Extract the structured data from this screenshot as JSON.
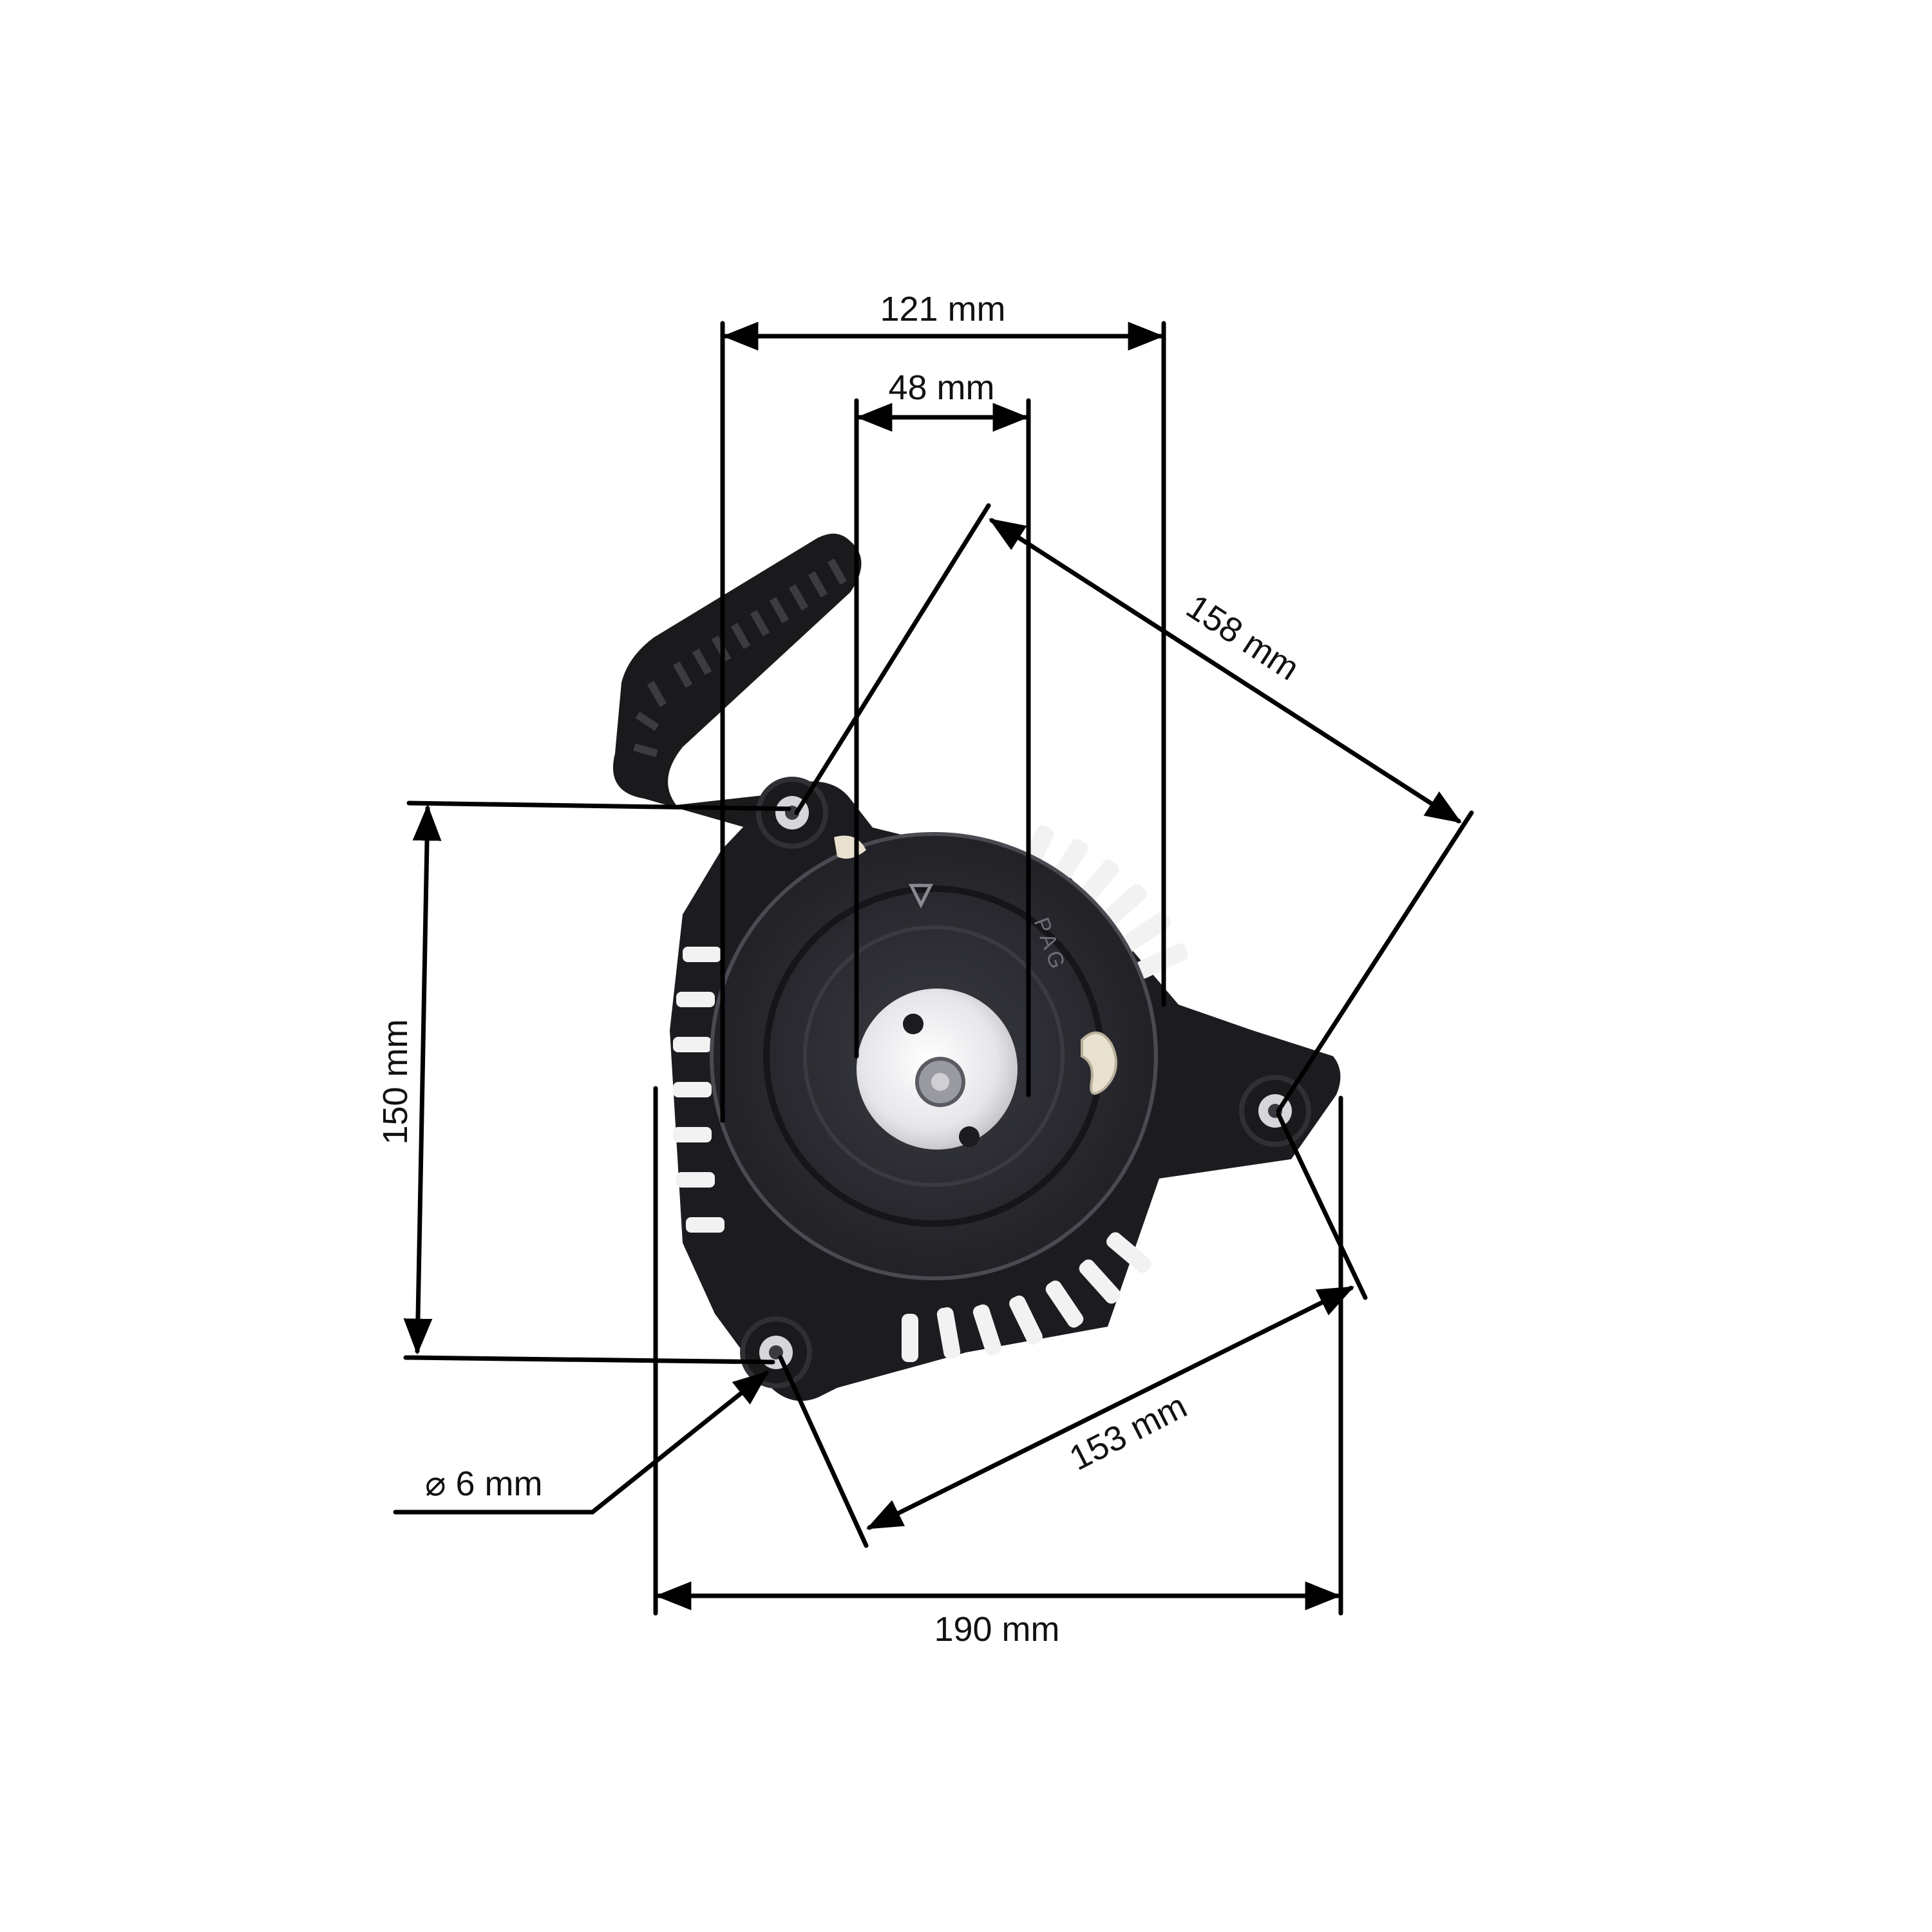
{
  "dimensions": {
    "width_121": "121 mm",
    "width_48": "48 mm",
    "diag_158": "158 mm",
    "height_150": "150 mm",
    "diag_153": "153 mm",
    "width_190": "190 mm",
    "hole_diameter": "⌀ 6 mm"
  },
  "part_markings": {
    "rim_text": "PAG"
  },
  "colors": {
    "dimension": "#000000",
    "housing": "#1b1b1e",
    "pulley": "#2a2a30",
    "hub": "#e9e9ec"
  },
  "icons": {
    "hole_diameter_symbol": "diameter-icon"
  }
}
